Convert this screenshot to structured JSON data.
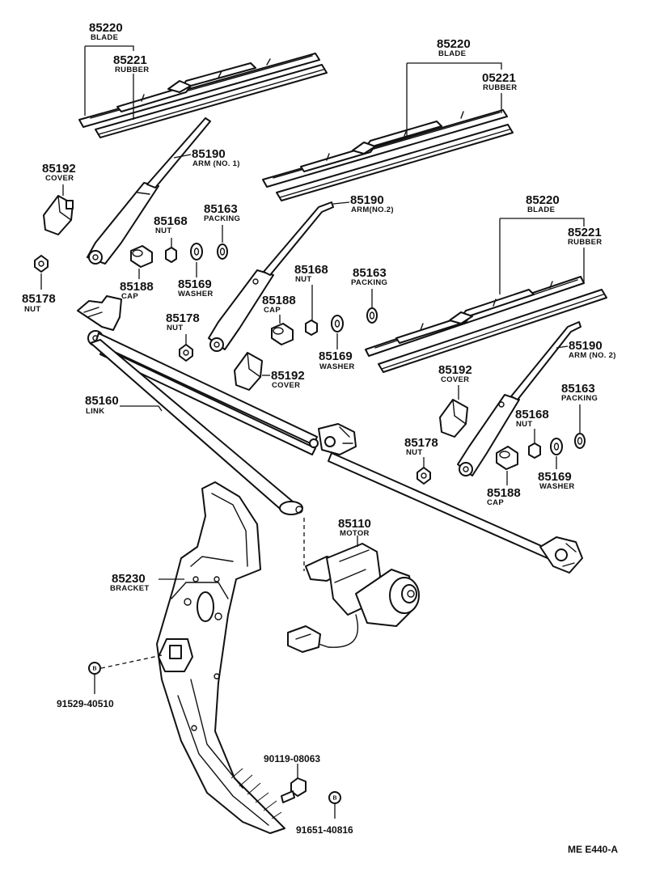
{
  "labels": {
    "blade_1_num": "85220",
    "blade_1_name": "BLADE",
    "rubber_1_num": "85221",
    "rubber_1_name": "RUBBER",
    "blade_2_num": "85220",
    "blade_2_name": "BLADE",
    "rubber_2_num": "05221",
    "rubber_2_name": "RUBBER",
    "blade_3_num": "85220",
    "blade_3_name": "BLADE",
    "rubber_3_num": "85221",
    "rubber_3_name": "RUBBER",
    "arm_1_num": "85190",
    "arm_1_name": "ARM (NO. 1)",
    "arm_2_num": "85190",
    "arm_2_name": "ARM(NO.2)",
    "arm_3_num": "85190",
    "arm_3_name": "ARM (NO. 2)",
    "cover_1_num": "85192",
    "cover_1_name": "COVER",
    "cover_2_num": "85192",
    "cover_2_name": "COVER",
    "cover_3_num": "85192",
    "cover_3_name": "COVER",
    "nut168_1_num": "85168",
    "nut168_1_name": "NUT",
    "nut168_2_num": "85168",
    "nut168_2_name": "NUT",
    "nut168_3_num": "85168",
    "nut168_3_name": "NUT",
    "packing_1_num": "85163",
    "packing_1_name": "PACKING",
    "packing_2_num": "85163",
    "packing_2_name": "PACKING",
    "packing_3_num": "85163",
    "packing_3_name": "PACKING",
    "cap_1_num": "85188",
    "cap_1_name": "CAP",
    "cap_2_num": "85188",
    "cap_2_name": "CAP",
    "cap_3_num": "85188",
    "cap_3_name": "CAP",
    "washer_1_num": "85169",
    "washer_1_name": "WASHER",
    "washer_2_num": "85169",
    "washer_2_name": "WASHER",
    "washer_3_num": "85169",
    "washer_3_name": "WASHER",
    "nut178_1_num": "85178",
    "nut178_1_name": "NUT",
    "nut178_2_num": "85178",
    "nut178_2_name": "NUT",
    "nut178_3_num": "85178",
    "nut178_3_name": "NUT",
    "link_num": "85160",
    "link_name": "LINK",
    "motor_num": "85110",
    "motor_name": "MOTOR",
    "bracket_num": "85230",
    "bracket_name": "BRACKET",
    "bolt_left_code": "91529-40510",
    "screw_code": "90119-08063",
    "bolt_right_code": "91651-40816",
    "ref_mark": "B",
    "diagram_id": "ME E440-A"
  }
}
